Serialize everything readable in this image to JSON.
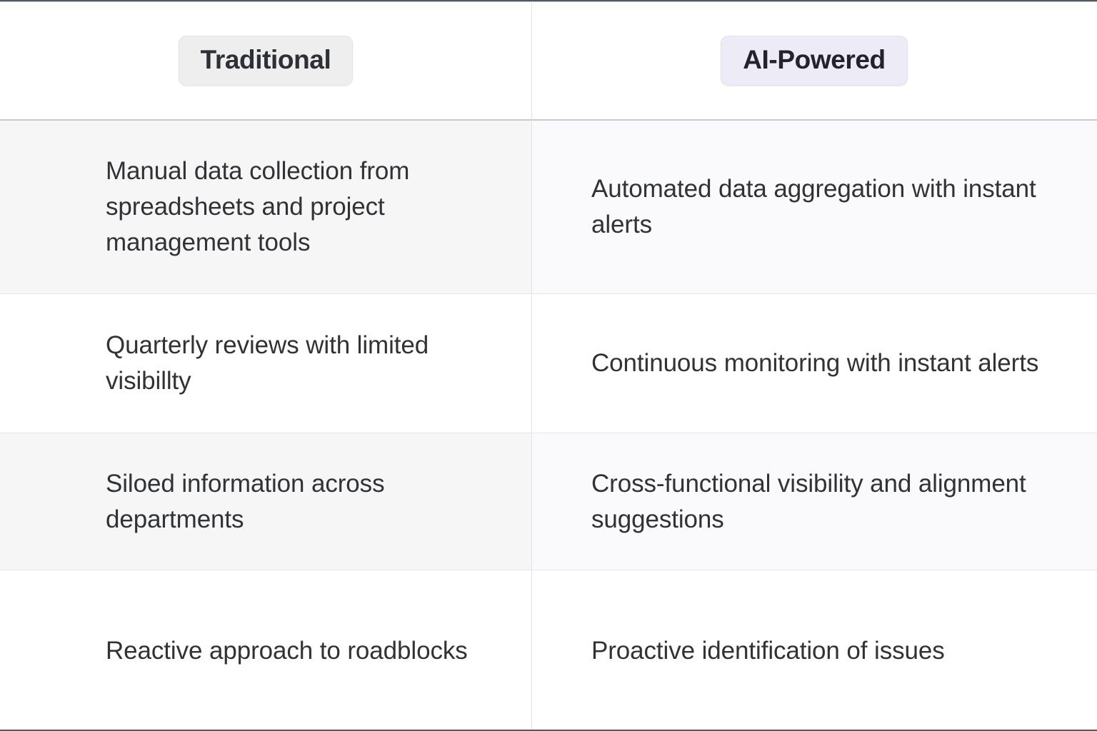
{
  "table": {
    "columns": [
      {
        "id": "traditional",
        "label": "Traditional",
        "badge_style": "neutral",
        "badge_bg": "#eeeeef",
        "badge_text_color": "#2d3034"
      },
      {
        "id": "ai_powered",
        "label": "AI-Powered",
        "badge_style": "accent",
        "badge_bg": "#edebf5",
        "badge_text_color": "#22232e"
      }
    ],
    "rows": [
      {
        "striped": true,
        "traditional": "Manual data collection from spreadsheets and project management tools",
        "ai_powered": "Automated data aggregation with instant alerts"
      },
      {
        "striped": false,
        "traditional": "Quarterly reviews with limited visibillty",
        "ai_powered": "Continuous monitoring with instant alerts"
      },
      {
        "striped": true,
        "traditional": "Siloed information across departments",
        "ai_powered": "Cross-functional visibility and alignment suggestions"
      },
      {
        "striped": false,
        "traditional": "Reactive approach to roadblocks",
        "ai_powered": "Proactive identification of issues"
      }
    ]
  },
  "theme": {
    "page_background": "#ffffff",
    "text_color": "#303235",
    "stripe_left": "#f6f6f6",
    "stripe_right": "#faf9fc",
    "row_divider": "#e7e7e9",
    "column_divider": "#e3e3e6",
    "frame_border": "#555a5e"
  }
}
